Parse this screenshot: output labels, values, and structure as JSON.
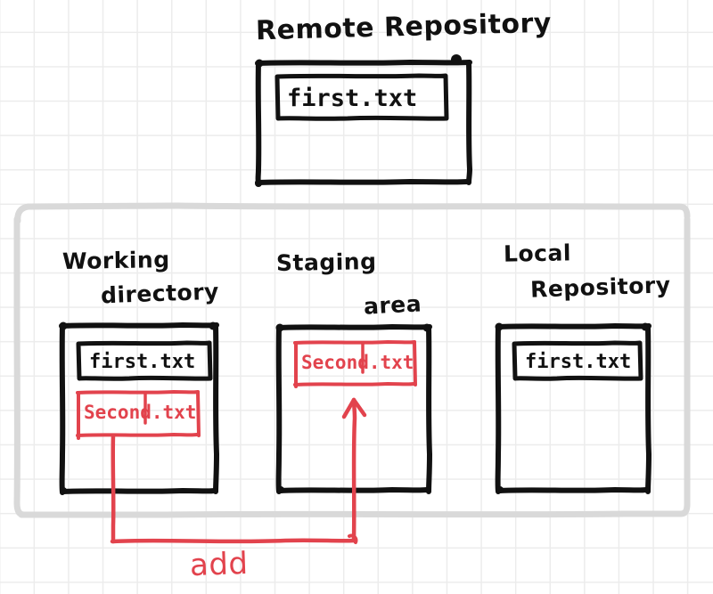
{
  "diagram": {
    "title_semantic": "git-workflow-sketch",
    "style": "hand-drawn whiteboard sketch on graph paper",
    "colors": {
      "ink": "#111111",
      "accent_red": "#e2434d",
      "grid": "#ececec",
      "container_gray": "#d8d8d8",
      "paper": "#ffffff"
    }
  },
  "remote": {
    "title": "Remote Repository",
    "files": [
      {
        "name": "first.txt",
        "color": "black"
      }
    ]
  },
  "local_container": {
    "label": "",
    "boxes": [
      {
        "id": "working-directory",
        "title_line1": "Working",
        "title_line2": "directory",
        "files": [
          {
            "name": "first.txt",
            "color": "black"
          },
          {
            "name": "Second.txt",
            "color": "red"
          }
        ]
      },
      {
        "id": "staging-area",
        "title_line1": "Staging",
        "title_line2": "area",
        "files": [
          {
            "name": "Second.txt",
            "color": "red"
          }
        ]
      },
      {
        "id": "local-repository",
        "title_line1": "Local",
        "title_line2": "Repository",
        "files": [
          {
            "name": "first.txt",
            "color": "black"
          }
        ]
      }
    ]
  },
  "arrows": [
    {
      "id": "add-arrow",
      "label": "add",
      "from": "working-directory/Second.txt",
      "to": "staging-area/Second.txt",
      "color": "red"
    }
  ]
}
